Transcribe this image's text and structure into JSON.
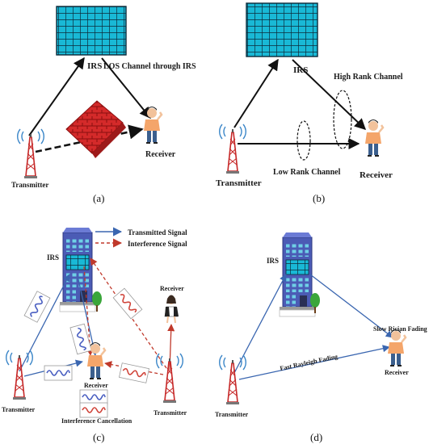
{
  "panel_a": {
    "irs": "IRS",
    "los": "LOS Channel through IRS",
    "receiver": "Receiver",
    "transmitter": "Transmitter",
    "caption": "(a)"
  },
  "panel_b": {
    "irs": "IRS",
    "high_rank": "High Rank Channel",
    "low_rank": "Low Rank Channel",
    "transmitter": "Transmitter",
    "receiver": "Receiver",
    "caption": "(b)"
  },
  "panel_c": {
    "legend_tx": "Transmitted Signal",
    "legend_int": "Interference Signal",
    "irs": "IRS",
    "receiver_top": "Receiver",
    "receiver": "Receiver",
    "transmitter_left": "Transmitter",
    "transmitter_right": "Transmitter",
    "cancellation": "Interference Cancellation",
    "caption": "(c)",
    "colors": {
      "transmitted": "#3a66b0",
      "interference": "#c0392b"
    }
  },
  "panel_d": {
    "irs": "IRS",
    "slow_rician": "Slow Rician Fading",
    "fast_rayleigh": "Fast Rayleigh Fading",
    "receiver": "Receiver",
    "transmitter": "Transmitter",
    "caption": "(d)"
  },
  "colors": {
    "irs_panel": "#19b9d6",
    "irs_grid": "#0c2a3a",
    "wall": "#d42a2a",
    "tower_red": "#c62828",
    "building": "#4b5bb5",
    "signal_blue": "#3a66b0",
    "signal_red": "#c0392b"
  }
}
